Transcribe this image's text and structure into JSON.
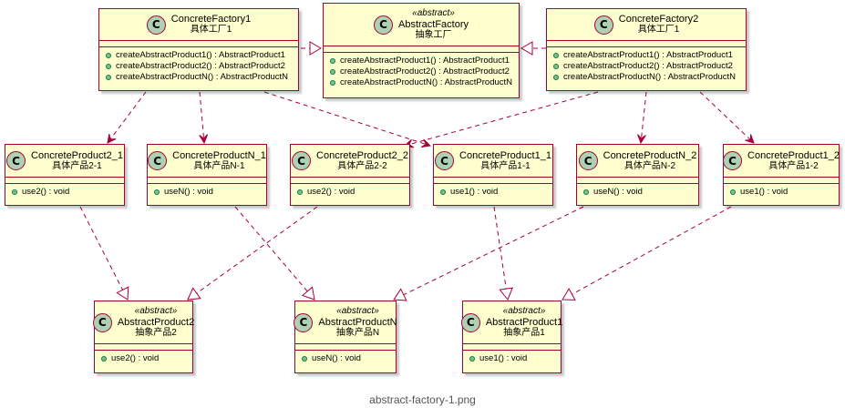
{
  "classes": {
    "cf1": {
      "stereotype": "",
      "name": "ConcreteFactory1",
      "subtitle": "具体工厂1",
      "icon": "C",
      "methods": [
        "createAbstractProduct1() : AbstractProduct1",
        "createAbstractProduct2() : AbstractProduct2",
        "createAbstractProductN() : AbstractProductN"
      ]
    },
    "af": {
      "stereotype": "«abstract»",
      "name": "AbstractFactory",
      "subtitle": "抽象工厂",
      "icon": "C",
      "methods": [
        "createAbstractProduct1() : AbstractProduct1",
        "createAbstractProduct2() : AbstractProduct2",
        "createAbstractProductN() : AbstractProductN"
      ]
    },
    "cf2": {
      "stereotype": "",
      "name": "ConcreteFactory2",
      "subtitle": "具体工厂1",
      "icon": "C",
      "methods": [
        "createAbstractProduct1() : AbstractProduct1",
        "createAbstractProduct2() : AbstractProduct2",
        "createAbstractProductN() : AbstractProductN"
      ]
    },
    "cp2_1": {
      "stereotype": "",
      "name": "ConcreteProduct2_1",
      "subtitle": "具体产品2-1",
      "icon": "C",
      "methods": [
        "use2() : void"
      ]
    },
    "cpN_1": {
      "stereotype": "",
      "name": "ConcreteProductN_1",
      "subtitle": "具体产品N-1",
      "icon": "C",
      "methods": [
        "useN() : void"
      ]
    },
    "cp2_2": {
      "stereotype": "",
      "name": "ConcreteProduct2_2",
      "subtitle": "具体产品2-2",
      "icon": "C",
      "methods": [
        "use2() : void"
      ]
    },
    "cp1_1": {
      "stereotype": "",
      "name": "ConcreteProduct1_1",
      "subtitle": "具体产品1-1",
      "icon": "C",
      "methods": [
        "use1() : void"
      ]
    },
    "cpN_2": {
      "stereotype": "",
      "name": "ConcreteProductN_2",
      "subtitle": "具体产品N-2",
      "icon": "C",
      "methods": [
        "useN() : void"
      ]
    },
    "cp1_2": {
      "stereotype": "",
      "name": "ConcreteProduct1_2",
      "subtitle": "具体产品1-2",
      "icon": "C",
      "methods": [
        "use1() : void"
      ]
    },
    "ap2": {
      "stereotype": "«abstract»",
      "name": "AbstractProduct2",
      "subtitle": "抽象产品2",
      "icon": "C",
      "methods": [
        "use2() : void"
      ]
    },
    "apN": {
      "stereotype": "«abstract»",
      "name": "AbstractProductN",
      "subtitle": "抽象产品N",
      "icon": "C",
      "methods": [
        "useN() : void"
      ]
    },
    "ap1": {
      "stereotype": "«abstract»",
      "name": "AbstractProduct1",
      "subtitle": "抽象产品1",
      "icon": "C",
      "methods": [
        "use1() : void"
      ]
    }
  },
  "caption": "abstract-factory-1.png",
  "colors": {
    "border": "#a80036",
    "fill": "#fefece",
    "circle": "#add1b2",
    "method_dot": "#84be84"
  }
}
